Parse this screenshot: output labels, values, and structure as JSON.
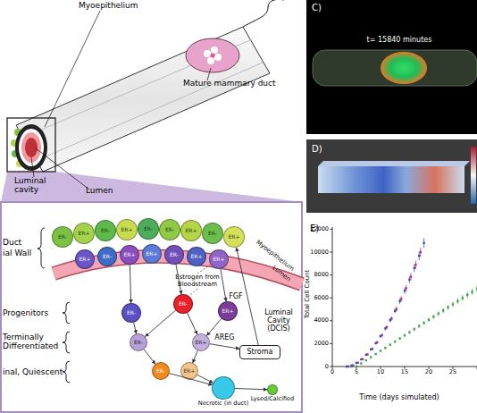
{
  "diagram": {
    "nodes": [
      {
        "text": [
          "ER-"
        ]
      },
      {
        "text": [
          "ER+"
        ]
      },
      {
        "text": [
          "ER-"
        ]
      },
      {
        "text": [
          "ER+"
        ]
      },
      {
        "text": [
          "ER-"
        ]
      },
      {
        "text": [
          "ER-"
        ]
      },
      {
        "text": [
          "ER+"
        ]
      },
      {
        "text": [
          "ER-"
        ]
      },
      {
        "text": [
          "ER+"
        ]
      },
      {
        "text": [
          "ER+"
        ]
      },
      {
        "text": [
          "ER-"
        ]
      },
      {
        "text": [
          "ER+"
        ]
      },
      {
        "text": [
          "ER+"
        ]
      },
      {
        "text": [
          "ER-"
        ]
      },
      {
        "text": [
          "ER+"
        ]
      },
      {
        "text": [
          "ER+"
        ]
      },
      {
        "text": [
          "ER-"
        ]
      },
      {
        "text": [
          "ER-"
        ]
      },
      {
        "text": [
          "ER+"
        ]
      },
      {
        "text": [
          "ER-"
        ]
      },
      {
        "text": [
          "ER+"
        ]
      },
      {
        "text": [
          "Stroma"
        ]
      },
      {
        "text": [
          "ER-"
        ]
      },
      {
        "text": [
          "ER+"
        ]
      },
      {
        "text": [
          "Necrotic (in duct)"
        ]
      },
      {
        "text": [
          "Lysed/Calcified"
        ]
      }
    ],
    "edges": [
      {
        "from": 11,
        "to": 16,
        "arrow": "to"
      },
      {
        "from": 13,
        "to": 17,
        "arrow": "to"
      },
      {
        "from": 15,
        "to": 18,
        "arrow": "to"
      },
      {
        "from": 16,
        "to": 19,
        "arrow": "to"
      },
      {
        "from": 17,
        "to": 19,
        "arrow": "to"
      },
      {
        "from": 17,
        "to": 20,
        "arrow": "to"
      },
      {
        "from": 18,
        "to": 20,
        "arrow": "to"
      },
      {
        "from": 19,
        "to": 22,
        "arrow": "to"
      },
      {
        "from": 20,
        "to": 23,
        "arrow": "to"
      },
      {
        "from": 22,
        "to": 24,
        "arrow": "to"
      },
      {
        "from": 23,
        "to": 24,
        "arrow": "to"
      },
      {
        "from": 24,
        "to": 25,
        "arrow": "to"
      },
      {
        "from": 20,
        "to": 21,
        "label": "AREG",
        "arrow": "to"
      },
      {
        "from": 21,
        "to": 8,
        "label": "FGF",
        "arrow": "to"
      }
    ],
    "labels": [
      "Myoepithelium",
      "Mature mammary duct",
      "Luminal cavity",
      "Lumen",
      "Duct",
      "ial Wall",
      "Progenitors",
      "Terminally Differentiated",
      "inal, Quiescent",
      "Estrogen from Bloodstream",
      "Luminal Cavity (DCIS)",
      "Myoepithelium",
      "Lumen",
      "C)",
      "t= 15840 minutes",
      "D)",
      "E)",
      "Total Cell Count",
      "Time (days simulated)",
      "0",
      "2000",
      "4000",
      "6000",
      "8000",
      "10000",
      "12000",
      "0",
      "5",
      "10",
      "15",
      "20",
      "25"
    ]
  }
}
